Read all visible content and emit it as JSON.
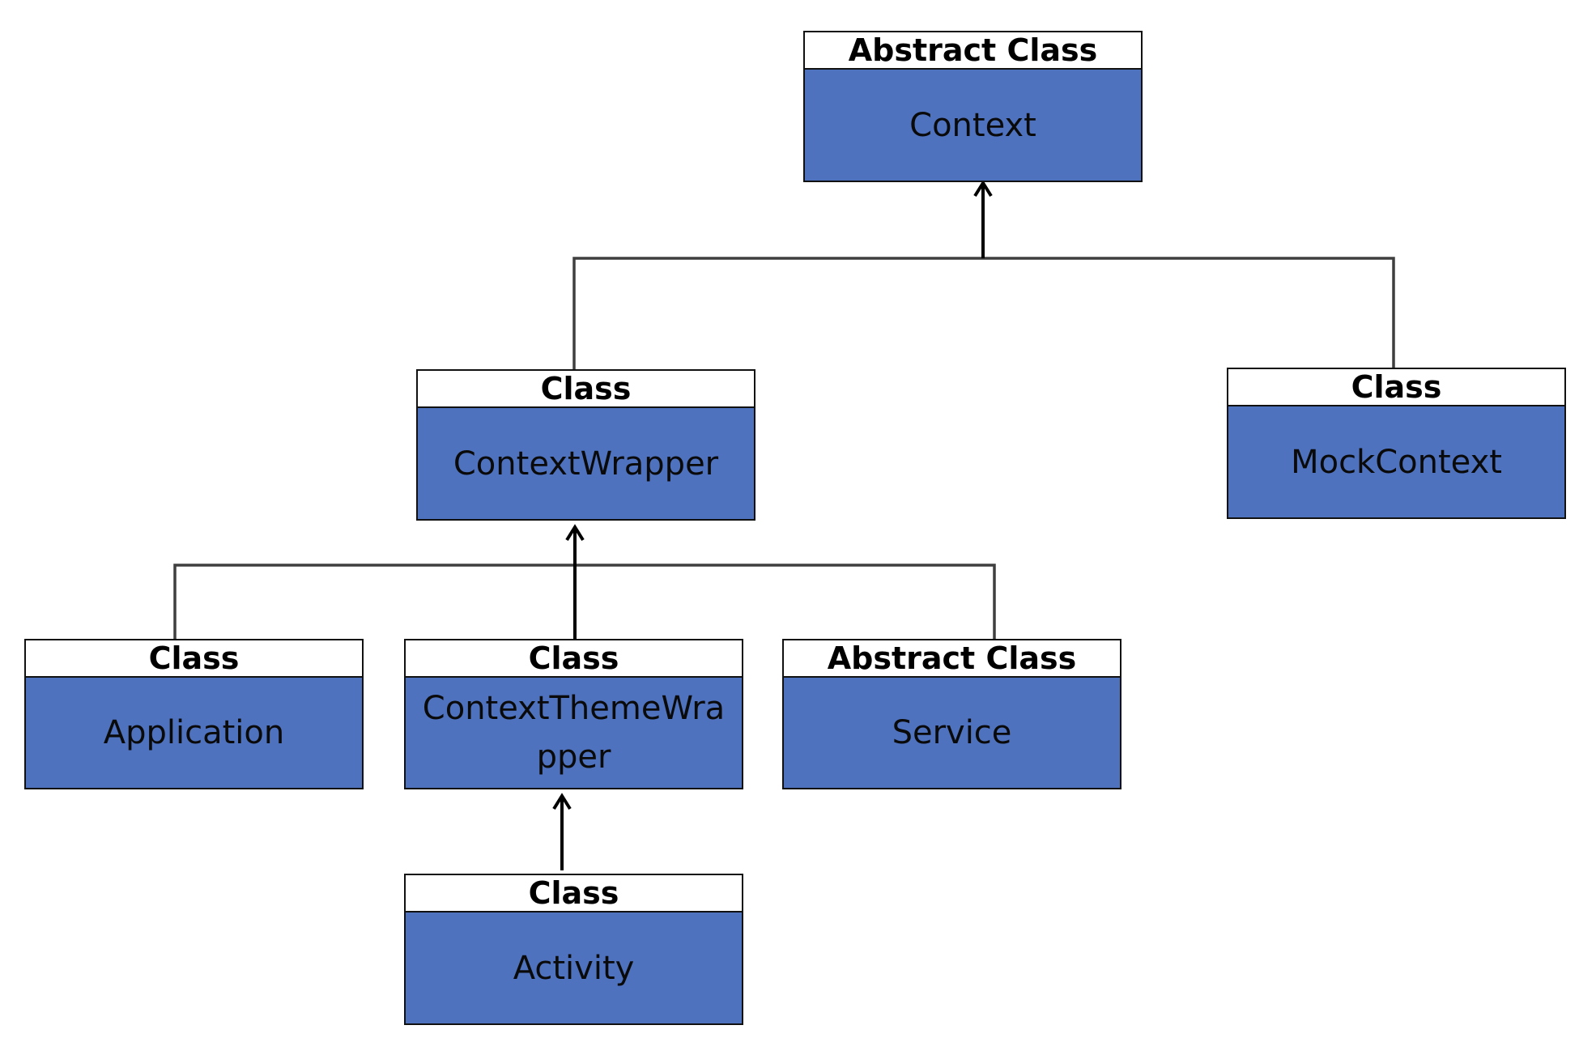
{
  "colors": {
    "box_fill": "#4f72bf",
    "header_fill": "#ffffff",
    "border": "#111111",
    "connector": "#3f3f3f",
    "arrow": "#000000"
  },
  "nodes": {
    "context": {
      "stereotype": "Abstract Class",
      "name": "Context"
    },
    "context_wrapper": {
      "stereotype": "Class",
      "name": "ContextWrapper"
    },
    "mock_context": {
      "stereotype": "Class",
      "name": "MockContext"
    },
    "application": {
      "stereotype": "Class",
      "name": "Application"
    },
    "context_theme_wrapper": {
      "stereotype": "Class",
      "name": "ContextThemeWrapper"
    },
    "service": {
      "stereotype": "Abstract Class",
      "name": "Service"
    },
    "activity": {
      "stereotype": "Class",
      "name": "Activity"
    }
  },
  "relationships": [
    {
      "from": "ContextWrapper",
      "to": "Context",
      "type": "inheritance"
    },
    {
      "from": "MockContext",
      "to": "Context",
      "type": "inheritance"
    },
    {
      "from": "Application",
      "to": "ContextWrapper",
      "type": "inheritance"
    },
    {
      "from": "ContextThemeWrapper",
      "to": "ContextWrapper",
      "type": "inheritance"
    },
    {
      "from": "Service",
      "to": "ContextWrapper",
      "type": "inheritance"
    },
    {
      "from": "Activity",
      "to": "ContextThemeWrapper",
      "type": "inheritance"
    }
  ]
}
